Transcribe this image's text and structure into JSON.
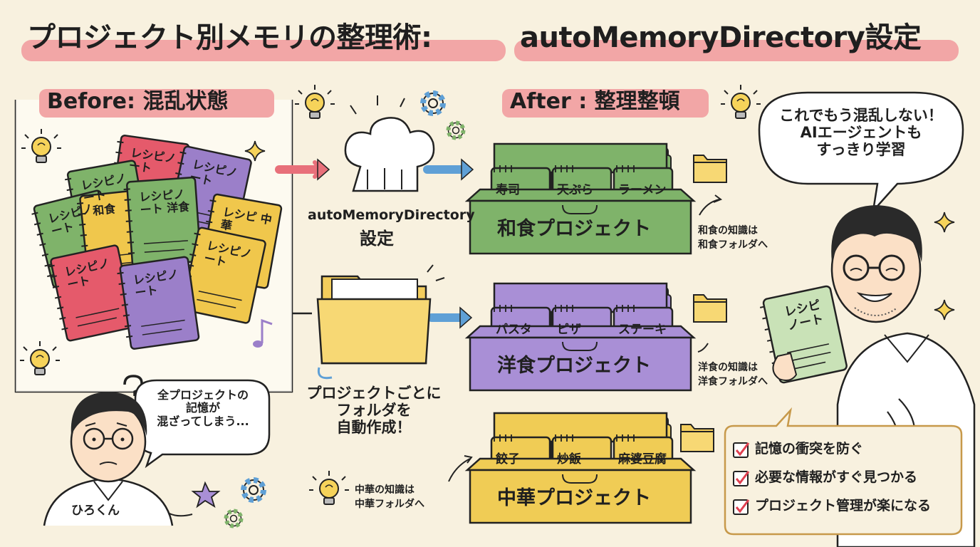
{
  "title": {
    "part1": "プロジェクト別メモリの整理術:",
    "part2": "autoMemoryDirectory設定"
  },
  "before": {
    "header": "Before: 混乱状態",
    "notebooks": [
      {
        "text": "レシピノート",
        "color": "#e55a6b"
      },
      {
        "text": "レシピノート",
        "color": "#7fb36a"
      },
      {
        "text": "レシピノート",
        "color": "#7fb36a"
      },
      {
        "text": "和食",
        "color": "#f0c74c"
      },
      {
        "text": "レシピノート",
        "color": "#9b7fc9"
      },
      {
        "text": "レシピノート 洋食",
        "color": "#7fb36a"
      },
      {
        "text": "レシピ 中華",
        "color": "#f0c74c"
      },
      {
        "text": "レシピノート",
        "color": "#f0c74c"
      },
      {
        "text": "レシピノート",
        "color": "#e55a6b"
      },
      {
        "text": "レシピノート",
        "color": "#9b7fc9"
      }
    ],
    "bubble": [
      "全プロジェクトの",
      "記憶が",
      "混ざってしまう..."
    ],
    "character_name": "ひろくん"
  },
  "process": {
    "label_line1": "autoMemoryDirectory",
    "label_line2": "設定",
    "folder_caption": [
      "プロジェクトごとに",
      "フォルダを",
      "自動作成！"
    ]
  },
  "after": {
    "header": "After : 整理整頓",
    "projects": [
      {
        "name": "和食プロジェクト",
        "tabs": [
          "寿司",
          "天ぷら",
          "ラーメン"
        ],
        "note": [
          "和食の知識は",
          "和食フォルダへ"
        ],
        "color": "#7fb36a"
      },
      {
        "name": "洋食プロジェクト",
        "tabs": [
          "パスタ",
          "ピザ",
          "ステーキ"
        ],
        "note": [
          "洋食の知識は",
          "洋食フォルダへ"
        ],
        "color": "#a98fd6"
      },
      {
        "name": "中華プロジェクト",
        "tabs": [
          "餃子",
          "炒飯",
          "麻婆豆腐"
        ],
        "note": [
          "中華の知識は",
          "中華フォルダへ"
        ],
        "color": "#f0cc55"
      }
    ],
    "bubble": [
      "これでもう混乱しない！",
      "AIエージェントも",
      "すっきり学習"
    ],
    "notebook_text": [
      "レシピ",
      "ノート"
    ],
    "checklist": [
      "記憶の衝突を防ぐ",
      "必要な情報がすぐ見つかる",
      "プロジェクト管理が楽になる"
    ]
  },
  "colors": {
    "background": "#f8f1df",
    "highlight_pink": "#f2a6a6",
    "arrow_pink": "#e8707a",
    "arrow_blue": "#5fa0d6",
    "folder": "#f3cd5c"
  },
  "icons": [
    "lightbulb-icon",
    "gear-icon",
    "sparkle-icon",
    "music-note-icon",
    "question-mark-icon",
    "chef-hat-icon",
    "folder-icon",
    "checkbox-icon"
  ]
}
